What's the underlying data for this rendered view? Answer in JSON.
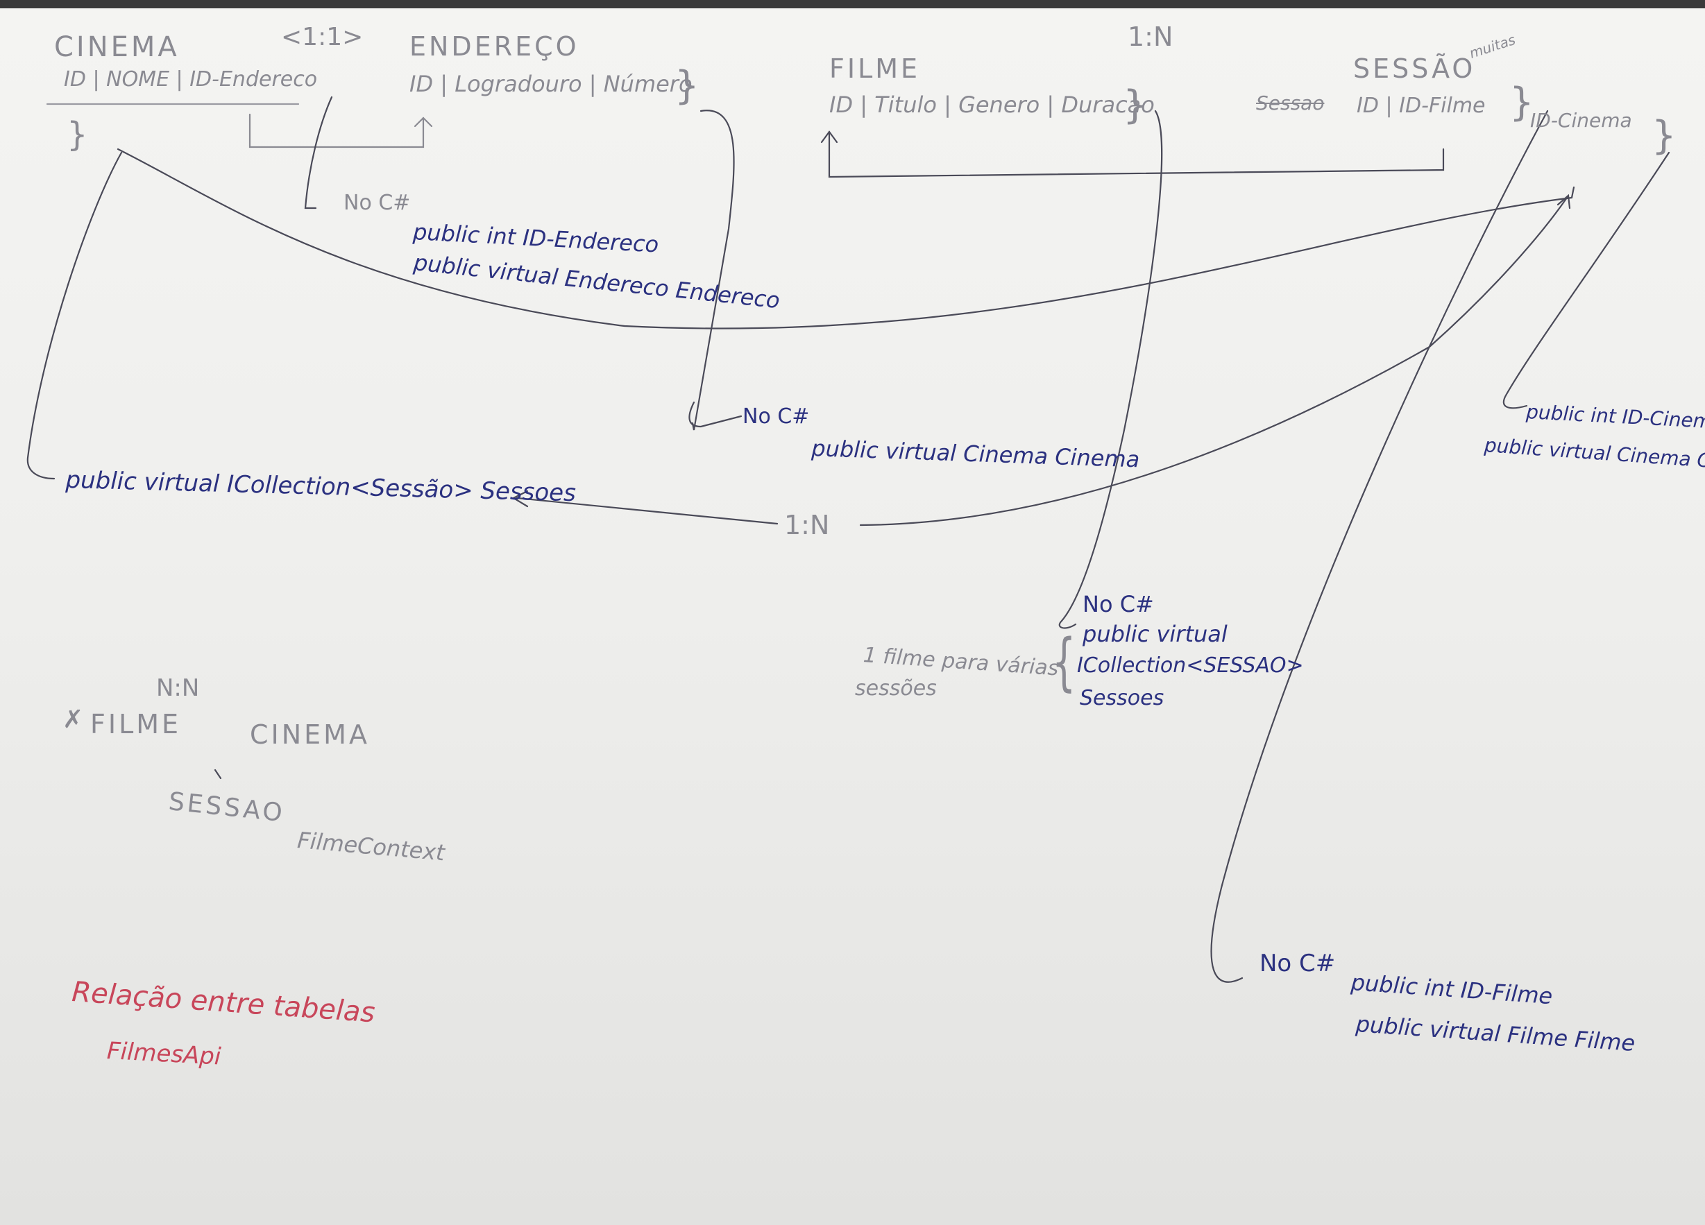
{
  "entities": {
    "cinema": {
      "title": "CINEMA",
      "fields": "ID | NOME | ID-Endereco"
    },
    "endereco": {
      "title": "ENDEREÇO",
      "fields": "ID | Logradouro | Número"
    },
    "filme": {
      "title": "FILME",
      "fields": "ID | Titulo | Genero | Duracao"
    },
    "sessao": {
      "title": "SESSÃO",
      "prefix": "Sessao",
      "fields": "ID | ID-Filme",
      "fields_extra": "ID-Cinema",
      "note": "muitas"
    }
  },
  "relations": {
    "cinema_endereco": "<1:1>",
    "filme_sessao": "1:N",
    "cinema_sessao": "1:N"
  },
  "code_notes": {
    "endereco_fk": {
      "heading": "No C#",
      "line1": "public int ID-Endereco",
      "line2": "public virtual Endereco Endereco"
    },
    "endereco_nav": {
      "heading": "No C#",
      "line1": "public virtual Cinema Cinema"
    },
    "cinema_sessoes": {
      "line1": "public virtual ICollection<Sessão> Sessoes"
    },
    "filme_sessoes": {
      "heading": "No C#",
      "line1": "public virtual",
      "line2": "ICollection<SESSAO>",
      "line3": "Sessoes"
    },
    "filme_sessoes_side": {
      "line1": "1 filme para várias",
      "line2": "sessões"
    },
    "sessao_cinema": {
      "line1": "public int ID-Cinema",
      "line2": "public virtual Cinema Cinema"
    },
    "sessao_filme": {
      "heading": "No C#",
      "line1": "public int ID-Filme",
      "line2": "public virtual Filme Filme"
    }
  },
  "nn_sketch": {
    "label": "N:N",
    "left": "FILME",
    "right": "CINEMA",
    "middle": "SESSAO",
    "context": "FilmeContext"
  },
  "footer": {
    "title": "Relação entre tabelas",
    "subtitle": "FilmesApi"
  },
  "colors": {
    "ink_blue": "#2b3180",
    "pencil_gray": "#8a8a92",
    "ink_red": "#c8465a",
    "paper": "#f2f2f0"
  }
}
